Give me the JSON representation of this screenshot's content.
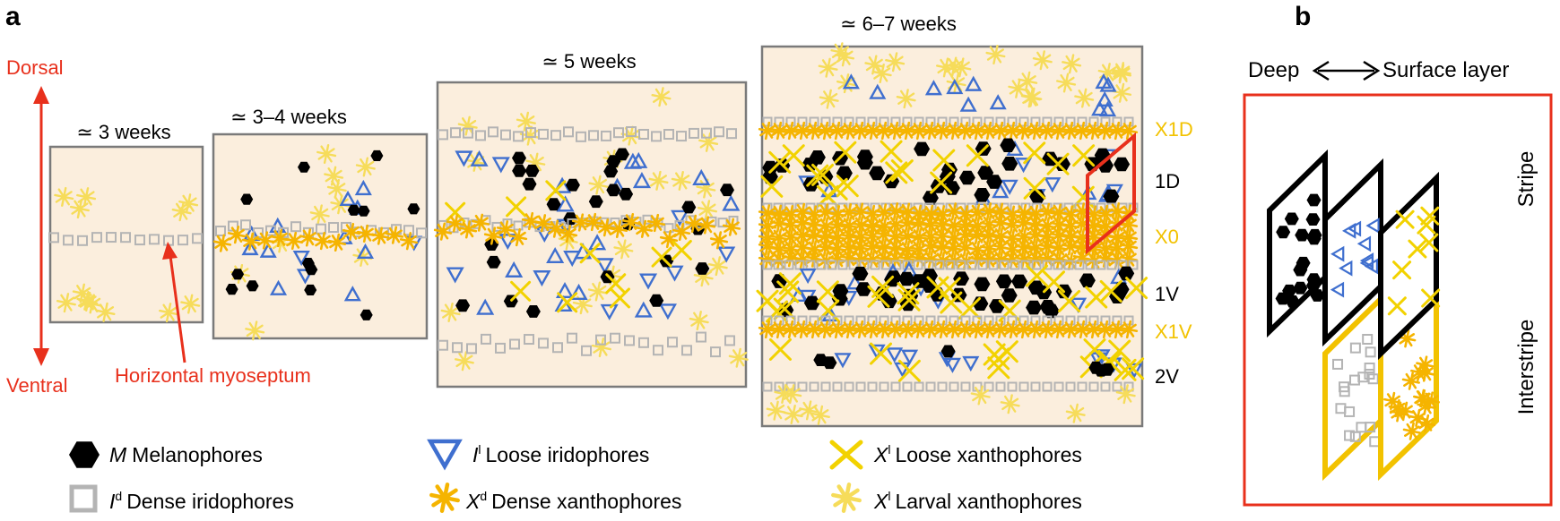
{
  "panel_a": {
    "label": "a",
    "axis": {
      "dorsal": "Dorsal",
      "ventral": "Ventral",
      "myoseptum": "Horizontal myoseptum"
    },
    "stages": [
      {
        "title": "≃ 3 weeks"
      },
      {
        "title": "≃ 3–4 weeks"
      },
      {
        "title": "≃ 5 weeks"
      },
      {
        "title": "≃ 6–7 weeks"
      }
    ],
    "zones": [
      {
        "label": "X1D",
        "color": "#f2c200"
      },
      {
        "label": "1D",
        "color": "#000000"
      },
      {
        "label": "X0",
        "color": "#f2c200"
      },
      {
        "label": "1V",
        "color": "#000000"
      },
      {
        "label": "X1V",
        "color": "#f2c200"
      },
      {
        "label": "2V",
        "color": "#000000"
      }
    ]
  },
  "legend": [
    {
      "sym": "M",
      "sup": "",
      "label": "Melanophores",
      "icon": "black-hexagon"
    },
    {
      "sym": "I",
      "sup": "l",
      "label": "Loose iridophores",
      "icon": "blue-triangle"
    },
    {
      "sym": "X",
      "sup": "l",
      "label": "Loose xanthophores",
      "icon": "yellow-cross"
    },
    {
      "sym": "I",
      "sup": "d",
      "label": "Dense iridophores",
      "icon": "gray-square"
    },
    {
      "sym": "X",
      "sup": "d",
      "label": "Dense xanthophores",
      "icon": "orange-star"
    },
    {
      "sym": "X",
      "sup": "l",
      "label": "Larval xanthophores",
      "icon": "pale-yellow-star"
    }
  ],
  "panel_b": {
    "label": "b",
    "header_deep": "Deep",
    "header_surface": "Surface layer",
    "stripe": "Stripe",
    "interstripe": "Interstripe"
  },
  "colors": {
    "bg": "#fbeedd",
    "box_border": "#7a7a7a",
    "red": "#e8301c",
    "melanophore": "#000000",
    "iridophore_loose": "#3f6fcf",
    "iridophore_dense": "#b4b4b4",
    "xanthophore_dense": "#f5b400",
    "xanthophore_loose": "#f2d200",
    "xanthophore_larval": "#f6dc5a"
  }
}
